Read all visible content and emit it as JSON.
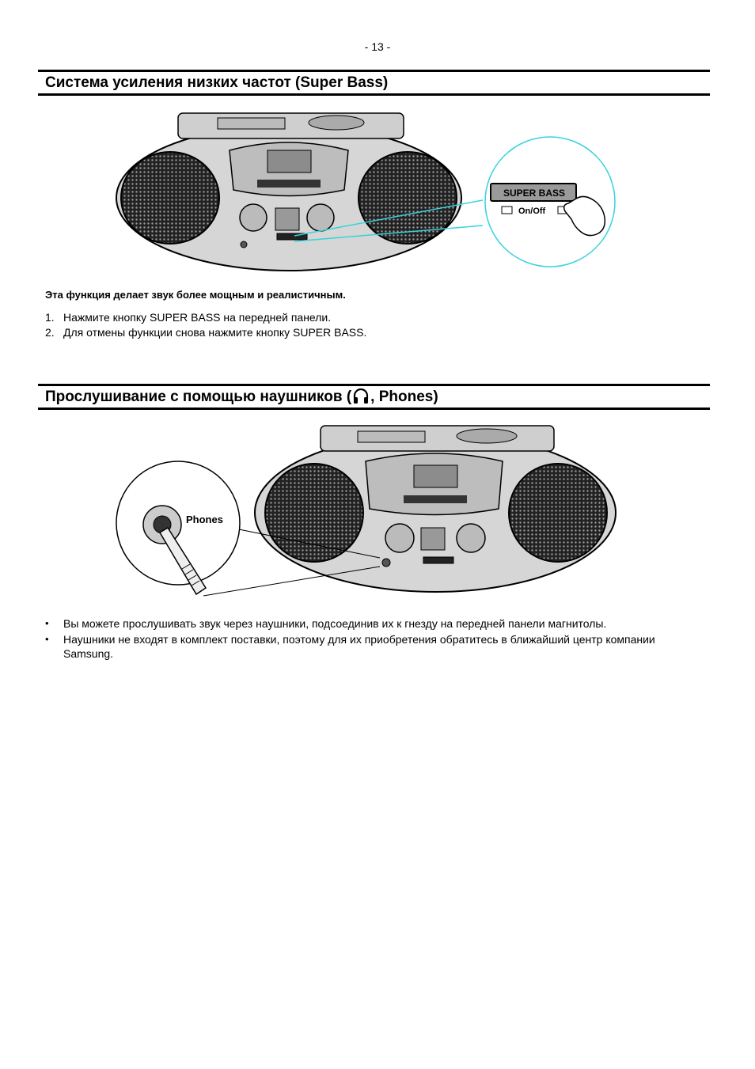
{
  "page": {
    "number": "- 13 -"
  },
  "section1": {
    "title": "Система усиления низких частот (Super Bass)",
    "illustration": {
      "button_label": "SUPER BASS",
      "switch_label": "On/Off"
    },
    "intro": "Эта функция делает звук более мощным и реалистичным.",
    "steps": [
      {
        "num": "1.",
        "text": "Нажмите кнопку SUPER BASS на передней панели."
      },
      {
        "num": "2.",
        "text": "Для отмены функции снова нажмите кнопку SUPER BASS."
      }
    ]
  },
  "section2": {
    "title_before": "Прослушивание с помощью наушников (",
    "title_after": ", Phones)",
    "title_icon": "headphones-icon",
    "illustration": {
      "jack_label": "Phones"
    },
    "bullets": [
      "Вы можете прослушивать звук через наушники, подсоединив их к гнезду на передней панели магнитолы.",
      "Наушники не входят в комплект поставки, поэтому для их приобретения обратитесь в ближайший центр компании Samsung."
    ]
  }
}
